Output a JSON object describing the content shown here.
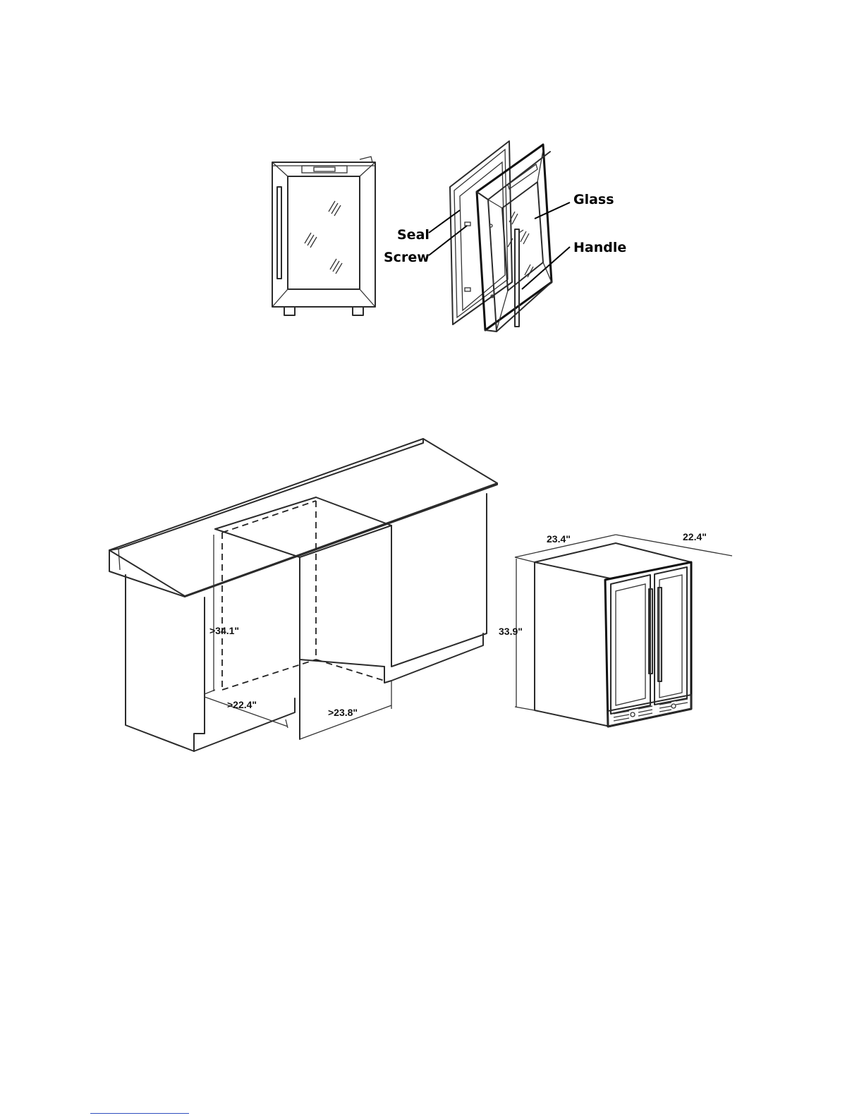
{
  "door_diagram": {
    "labels": {
      "seal": "Seal",
      "screw": "Screw",
      "glass": "Glass",
      "handle": "Handle"
    }
  },
  "installation_diagram": {
    "cabinet_dimensions": {
      "height": ">34.1\"",
      "depth": ">22.4\"",
      "width": ">23.8\""
    },
    "unit_dimensions": {
      "width": "23.4\"",
      "depth": "22.4\"",
      "height": "33.9\""
    }
  },
  "colors": {
    "line": "#2b2b2b",
    "footer_link": "#2f4fbf"
  }
}
